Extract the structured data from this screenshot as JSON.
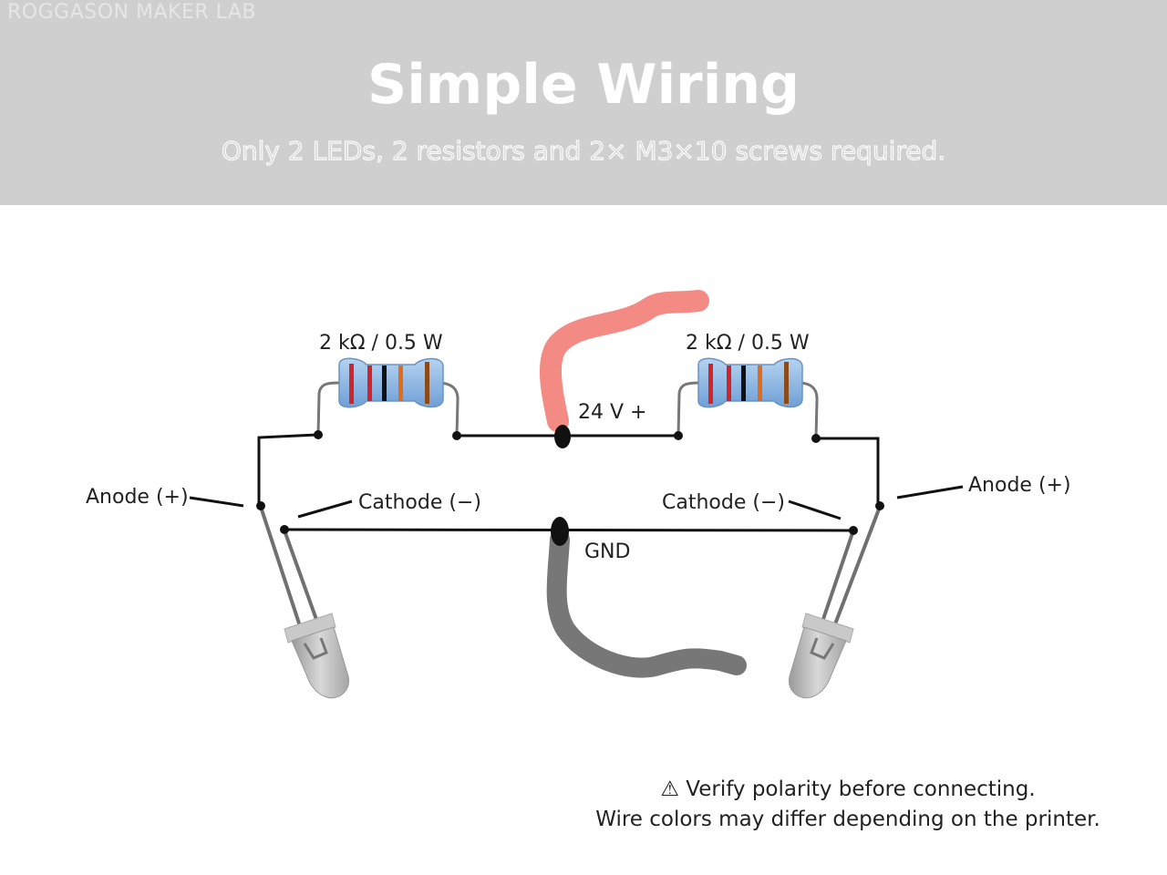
{
  "header": {
    "brand": "ROGGASON MAKER LAB",
    "title": "Simple Wiring",
    "subtitle": "Only 2 LEDs, 2 resistors and 2× M3×10 screws required."
  },
  "diagram": {
    "resistor_left_label": "2 kΩ / 0.5 W",
    "resistor_right_label": "2 kΩ / 0.5 W",
    "supply_label": "24 V +",
    "ground_label": "GND",
    "anode_left_label": "Anode (+)",
    "anode_right_label": "Anode (+)",
    "cathode_left_label": "Cathode (−)",
    "cathode_right_label": "Cathode (−)",
    "colors": {
      "supply_wire": "#f48a84",
      "ground_wire": "#777777",
      "resistor_body": "#8eb8e4",
      "led_body": "#bfbfbf"
    }
  },
  "footer": {
    "warning_icon": "warning-icon",
    "warning_text": "Verify polarity before connecting.",
    "note_text": "Wire colors may differ depending on the printer."
  }
}
